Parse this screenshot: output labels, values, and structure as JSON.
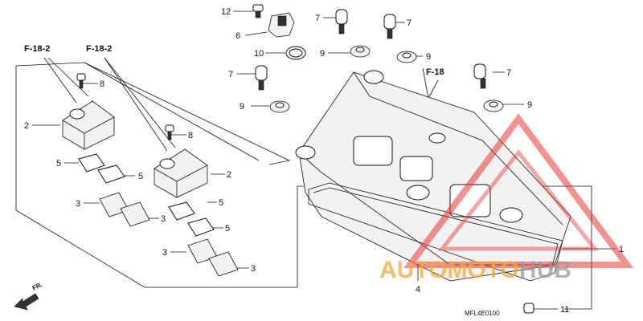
{
  "refs": {
    "left": "F-18-2",
    "mid": "F-18-2",
    "right": "F-18"
  },
  "callouts": {
    "c1": "1",
    "c2a": "2",
    "c2b": "2",
    "c3a": "3",
    "c3b": "3",
    "c3c": "3",
    "c3d": "3",
    "c4": "4",
    "c5a": "5",
    "c5b": "5",
    "c5c": "5",
    "c5d": "5",
    "c6": "6",
    "c7a": "7",
    "c7b": "7",
    "c7c": "7",
    "c7d": "7",
    "c8a": "8",
    "c8b": "8",
    "c9a": "9",
    "c9b": "9",
    "c9c": "9",
    "c9d": "9",
    "c10": "10",
    "c11": "11",
    "c12": "12"
  },
  "diagram_code": "MFL4E0100",
  "front_label": "FR.",
  "watermark": {
    "part1": "AUTO",
    "part2": "MOTO",
    "part3": "HUB",
    "color_orange": "#f4a93a",
    "color_red": "#e53935",
    "color_gray": "#9a9a9a"
  }
}
